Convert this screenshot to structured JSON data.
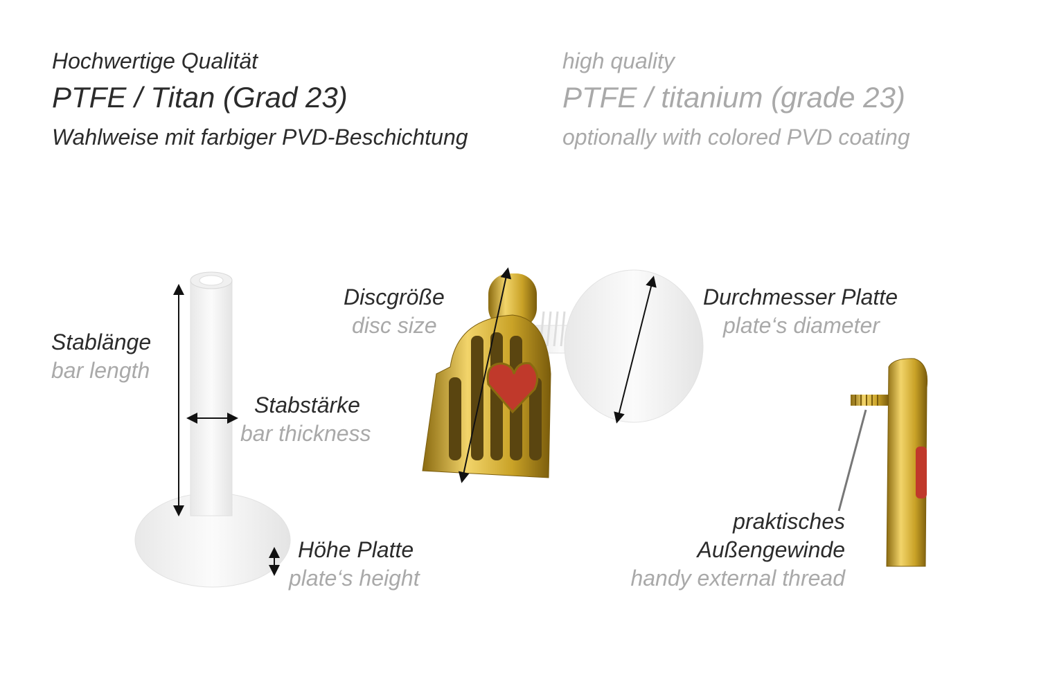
{
  "header_de": {
    "line1": "Hochwertige Qualität",
    "line2": "PTFE / Titan (Grad 23)",
    "line3": "Wahlweise mit farbiger PVD-Beschichtung"
  },
  "header_en": {
    "line1": "high quality",
    "line2": "PTFE / titanium (grade 23)",
    "line3": "optionally with colored PVD coating"
  },
  "labels": {
    "bar_length": {
      "de": "Stablänge",
      "en": "bar length"
    },
    "bar_thickness": {
      "de": "Stabstärke",
      "en": "bar thickness"
    },
    "plate_height": {
      "de": "Höhe Platte",
      "en": "plate‘s height"
    },
    "disc_size": {
      "de": "Discgröße",
      "en": "disc size"
    },
    "plate_diameter": {
      "de": "Durchmesser Platte",
      "en": "plate‘s diameter"
    },
    "thread": {
      "de1": "praktisches",
      "de2": "Außengewinde",
      "en": "handy external thread"
    }
  },
  "colors": {
    "gold": "#c9a227",
    "gem": "#c0392b",
    "ptfe": "#f4f4f4"
  }
}
